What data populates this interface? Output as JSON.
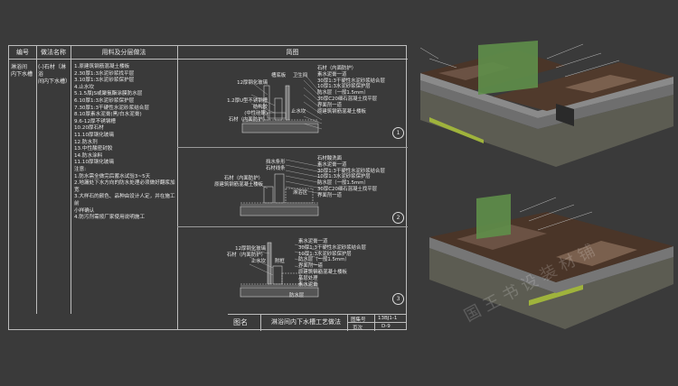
{
  "table": {
    "col_no": "编号",
    "col_name": "做法名称",
    "col_materials": "用料及分层做法",
    "col_drawing": "简图",
    "row_no": "淋浴间\n内下水槽",
    "row_name": "(-)石材（淋浴\n间内下水槽）",
    "materials": "1.原建筑钢筋混凝土楼板\n2.30厚1:3水泥砂浆找平层\n3.10厚1:3水泥砂浆保护层\n4.止水坎\n5.1.5厚JS或聚氨酯涂膜防水层\n6.10厚1:3水泥砂浆保护层\n7.30厚1:3干硬性水泥砂浆结合层\n8.10厚素水泥膏(黑/白水泥膏)\n9.6-12厚不锈钢槽\n10.20厚石材\n11.10厚钢化玻璃\n12.防水剂\n13.中性酸密封胶\n14.防水涂料\n11.10厚钢化玻璃",
    "notes": "注意:\n1.防水需全做完后蓄水试验3~5天\n2.地漏处下水方向的防水处理必须做好翻浆加宽\n3.大样石的颜色、品种由设计人定，并在施工前\n   小样确认\n4.防污剂需按厂家使用说明施工"
  },
  "title_block": {
    "label": "图名",
    "name": "淋浴间内下水槽工艺做法",
    "set_label": "图集号",
    "set_value": "13BJ1-1",
    "page_label": "页次",
    "page_value": "D-9"
  },
  "details": [
    {
      "number": "1",
      "left_labels": "12厚钢化玻璃\n\n\n1.2厚U型不锈钢槽\n结构胶\n(中性硅酮)\n石材（内面防护）",
      "right_labels": "石材（内面防护）\n素水泥膏一道\n30厚1:3干硬性水泥砂浆结合层\n10厚1:3水泥砂浆保护层\n防水层（一般1.5mm）\n30厚C20细石混凝土找平层\n界面剂一道\n原建筑钢筋混凝土楼板",
      "tag_a": "止水坎",
      "tag_b": "槽底板",
      "tag_c": "卫生间"
    },
    {
      "number": "2",
      "left_labels": "石材（内面防护）\n原建筑钢筋混凝土楼板",
      "right_labels": "石材酸洗面\n素水泥膏一道\n30厚1:3干硬性水泥砂浆结合层\n10厚1:3水泥砂浆保护层\n防水层（一般1.5mm）\n30厚C20细石混凝土找平层\n界面剂一道",
      "tag_a": "挡水条形\n石材线条",
      "tag_b": "淋浴区"
    },
    {
      "number": "3",
      "left_labels": "12厚钢化玻璃\n石材（内面防护）\n止水坎",
      "right_labels": "素水泥膏一道\n30厚1:3干硬性水泥砂浆结合层\n10厚1:3水泥砂浆保护层\n防水层（一般1.5mm）\n界面剂一道\n原建筑钢筋混凝土楼板\n基层处理\n素水泥膏",
      "tag_a": "附框",
      "tag_b": "防水层"
    }
  ],
  "watermark": "国 王 书 设 装 材 铺",
  "colors": {
    "background": "#3a3a3a",
    "line": "#bdbdbd",
    "marble": "#4a3528",
    "gravel": "#6c6c60",
    "grass": "#9fb33c",
    "glass": "#5f8f4a"
  }
}
